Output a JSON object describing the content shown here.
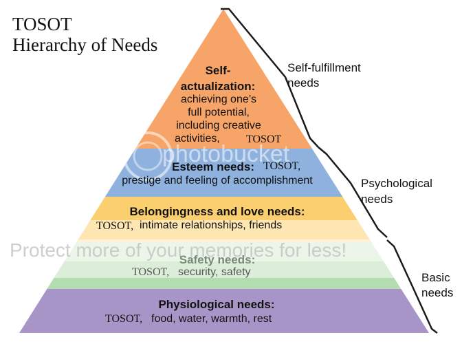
{
  "title": {
    "line1": "TOSOT",
    "line2": "Hierarchy of Needs"
  },
  "levels": [
    {
      "id": "self-actualization",
      "title_line1": "Self-",
      "title_line2": "actualization:",
      "desc_lines": [
        "achieving one’s",
        "full potential,",
        "including creative",
        "activities,"
      ],
      "brand": "TOSOT",
      "color": "#f6a468"
    },
    {
      "id": "esteem",
      "title": "Esteem needs:",
      "brand": "TOSOT,",
      "desc": "prestige and feeling of accomplishment",
      "color": "#8fb1dd"
    },
    {
      "id": "belongingness",
      "title": "Belongingness and love needs:",
      "brand": "TOSOT,",
      "desc": "intimate relationships, friends",
      "color": "#fbcf6f"
    },
    {
      "id": "safety",
      "title": "Safety needs:",
      "brand": "TOSOT,",
      "desc": "security, safety",
      "color": "#b3dcb1"
    },
    {
      "id": "physiological",
      "title": "Physiological needs:",
      "brand": "TOSOT,",
      "desc": "food, water, warmth, rest",
      "color": "#a895c7"
    }
  ],
  "groups": [
    {
      "id": "self-fulfillment",
      "line1": "Self-fulfillment",
      "line2": "needs"
    },
    {
      "id": "psychological",
      "line1": "Psychological",
      "line2": "needs"
    },
    {
      "id": "basic",
      "line1": "Basic",
      "line2": "needs"
    }
  ],
  "watermark": {
    "logo": "photobucket",
    "banner": "Protect more of your memories for less!"
  }
}
